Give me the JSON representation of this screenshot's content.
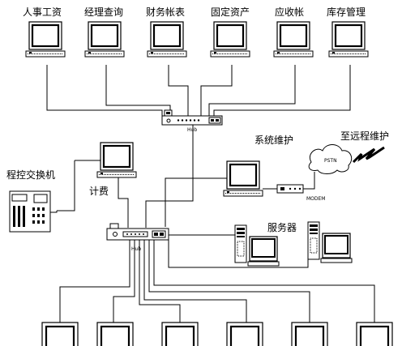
{
  "top_labels": [
    "人事工资",
    "经理查询",
    "财务帐表",
    "固定资产",
    "应收帐",
    "库存管理"
  ],
  "hub_top_label": "Hub",
  "hub_mid_label": "Hub",
  "pbx_label": "程控交换机",
  "billing_label": "计费",
  "sysmaint_label": "系统维护",
  "remote_label": "至远程维护",
  "pstn_label": "PSTN",
  "modem_label": "MODEM",
  "server_label": "服务器"
}
